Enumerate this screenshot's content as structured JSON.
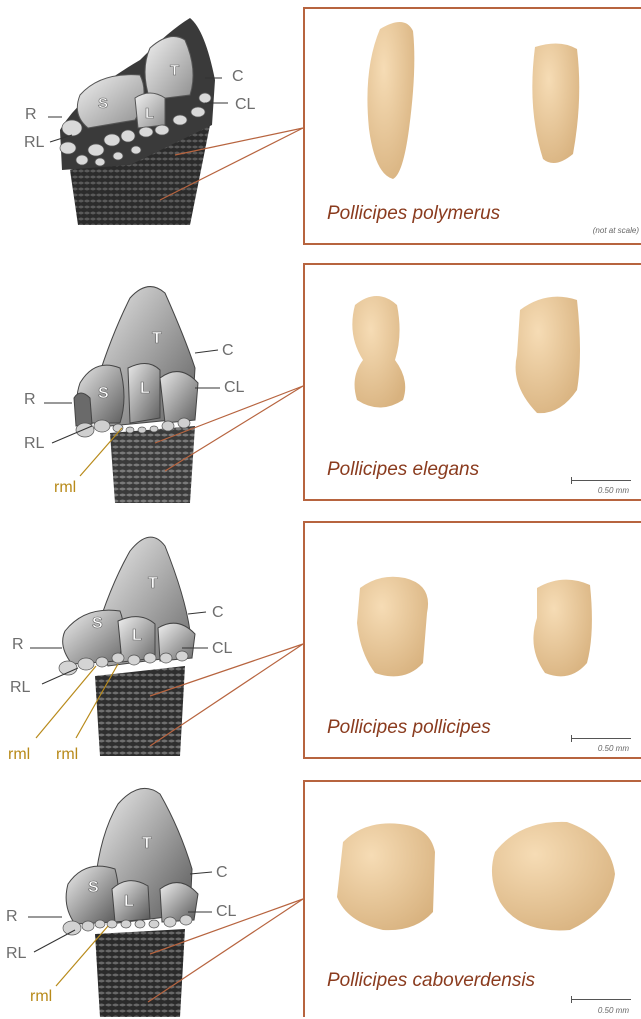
{
  "panels": [
    {
      "species": "Pollicipes polymerus",
      "note": "(not at scale)",
      "scale": "",
      "labels": {
        "T": "T",
        "S": "S",
        "L": "L",
        "C": "C",
        "CL": "CL",
        "R": "R",
        "RL": "RL"
      },
      "rml": []
    },
    {
      "species": "Pollicipes elegans",
      "note": "",
      "scale": "0.50 mm",
      "labels": {
        "T": "T",
        "S": "S",
        "L": "L",
        "C": "C",
        "CL": "CL",
        "R": "R",
        "RL": "RL"
      },
      "rml": [
        "rml"
      ]
    },
    {
      "species": "Pollicipes pollicipes",
      "note": "",
      "scale": "0.50 mm",
      "labels": {
        "T": "T",
        "S": "S",
        "L": "L",
        "C": "C",
        "CL": "CL",
        "R": "R",
        "RL": "RL"
      },
      "rml": [
        "rml",
        "rml"
      ]
    },
    {
      "species": "Pollicipes caboverdensis",
      "note": "",
      "scale": "0.50 mm",
      "labels": {
        "T": "T",
        "S": "S",
        "L": "L",
        "C": "C",
        "CL": "CL",
        "R": "R",
        "RL": "RL"
      },
      "rml": [
        "rml"
      ]
    }
  ],
  "colors": {
    "frame": "#b7643f",
    "species_text": "#8a3b1e",
    "rml_text": "#b88a1a",
    "label_text": "#6d6d6d",
    "specimen": "#e4c497"
  }
}
